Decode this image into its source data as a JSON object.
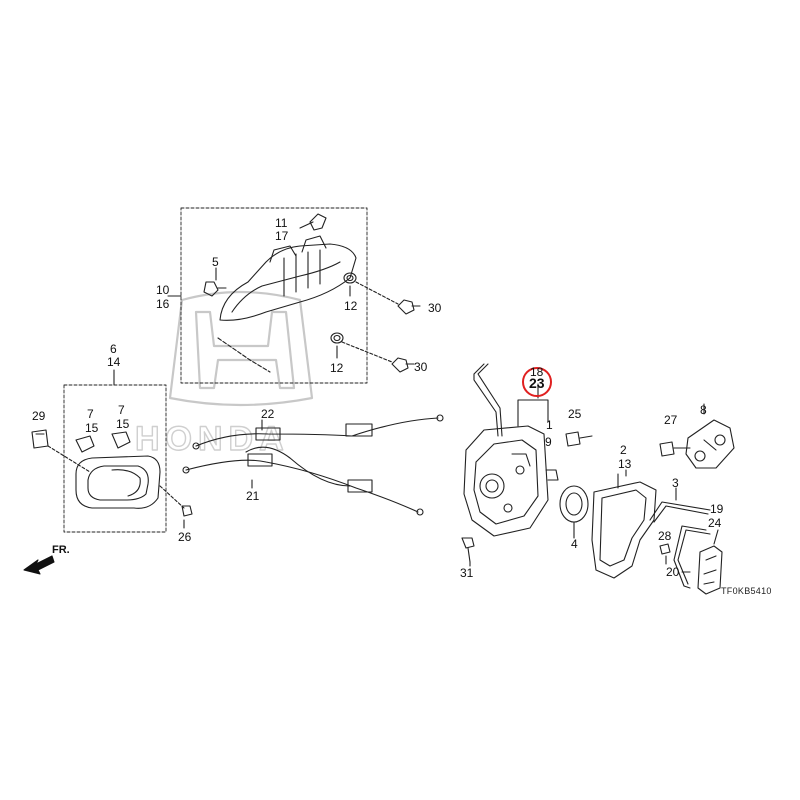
{
  "diagram": {
    "code": "TF0KB5410",
    "front_label": "FR.",
    "brand_watermark": "HONDA",
    "highlight_color": "#e02020",
    "line_color": "#222222",
    "watermark_color": "#c8c8c8",
    "callouts": {
      "p1": "1",
      "p2": "2",
      "p3": "3",
      "p4": "4",
      "p5": "5",
      "p6": "6",
      "p7a": "7",
      "p7b": "7",
      "p8": "8",
      "p9": "9",
      "p10": "10",
      "p11": "11",
      "p12a": "12",
      "p12b": "12",
      "p13": "13",
      "p14": "14",
      "p15a": "15",
      "p15b": "15",
      "p16": "16",
      "p17": "17",
      "p18": "18",
      "p19": "19",
      "p20": "20",
      "p21": "21",
      "p22": "22",
      "p23": "23",
      "p24": "24",
      "p25": "25",
      "p26": "26",
      "p27": "27",
      "p28": "28",
      "p29": "29",
      "p30a": "30",
      "p30b": "30",
      "p31": "31"
    }
  }
}
